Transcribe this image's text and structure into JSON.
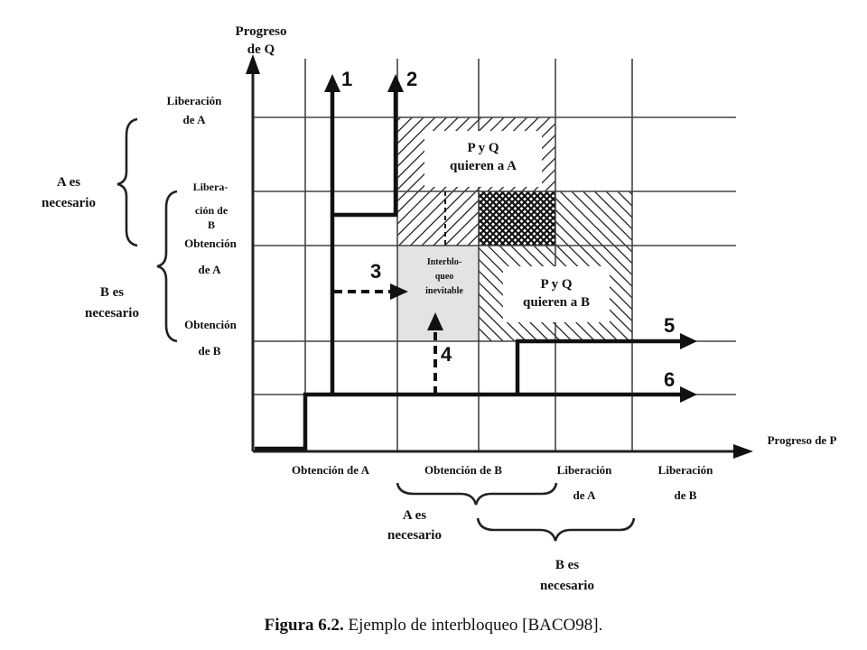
{
  "axes": {
    "y_title_line1": "Progreso",
    "y_title_line2": "de Q",
    "x_title": "Progreso de P"
  },
  "y_labels": {
    "liberacion_a_1": "Liberación",
    "liberacion_a_2": "de A",
    "liberacion_b_1": "Libera-",
    "liberacion_b_2": "ción de",
    "liberacion_b_3": "B",
    "obtencion_a_1": "Obtención",
    "obtencion_a_2": "de A",
    "obtencion_b_1": "Obtención",
    "obtencion_b_2": "de B",
    "a_necesario_1": "A es",
    "a_necesario_2": "necesario",
    "b_necesario_1": "B es",
    "b_necesario_2": "necesario"
  },
  "x_labels": {
    "obtencion_a": "Obtención de A",
    "obtencion_b": "Obtención de B",
    "liberacion_a_1": "Liberación",
    "liberacion_a_2": "de A",
    "liberacion_b_1": "Liberación",
    "liberacion_b_2": "de B",
    "a_necesario_1": "A es",
    "a_necesario_2": "necesario",
    "b_necesario_1": "B es",
    "b_necesario_2": "necesario"
  },
  "regions": {
    "pq_a_1": "P y Q",
    "pq_a_2": "quieren a A",
    "pq_b_1": "P y Q",
    "pq_b_2": "quieren a B",
    "deadlock_1": "Interblo-",
    "deadlock_2": "queo",
    "deadlock_3": "inevitable"
  },
  "trajectories": {
    "t1": "1",
    "t2": "2",
    "t3": "3",
    "t4": "4",
    "t5": "5",
    "t6": "6"
  },
  "caption": {
    "bold": "Figura 6.2.",
    "text": "Ejemplo de interbloqueo [BACO98]."
  }
}
